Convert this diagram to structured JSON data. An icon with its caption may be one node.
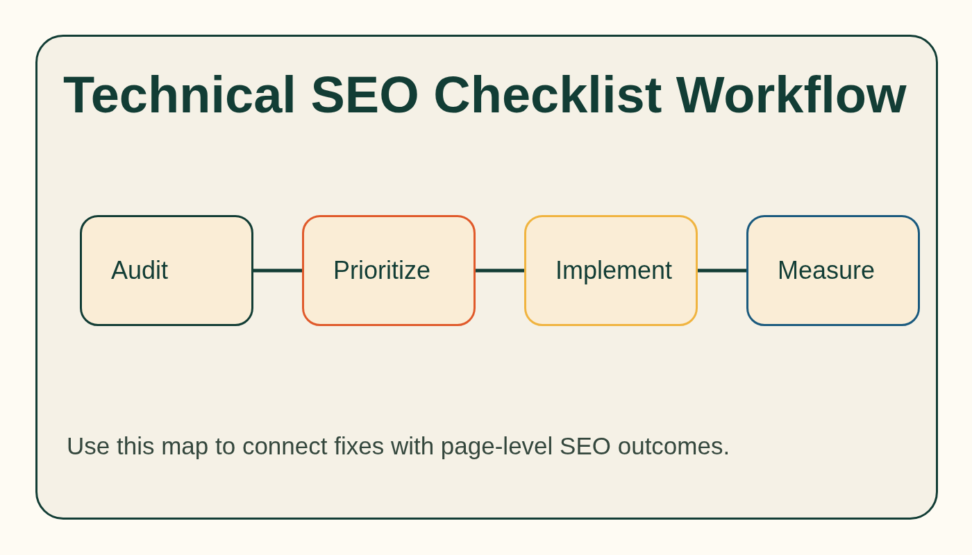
{
  "diagram": {
    "title": "Technical SEO Checklist Workflow",
    "nodes": [
      {
        "text": [
          "Audit"
        ]
      },
      {
        "text": [
          "Prioritize"
        ]
      },
      {
        "text": [
          "Implement"
        ]
      },
      {
        "text": [
          "Measure"
        ]
      }
    ],
    "edges": [
      {
        "from": 0,
        "to": 1,
        "arrow": "none"
      },
      {
        "from": 1,
        "to": 2,
        "arrow": "none"
      },
      {
        "from": 2,
        "to": 3,
        "arrow": "none"
      }
    ],
    "caption": "Use this map to connect fixes with page-level SEO outcomes."
  }
}
